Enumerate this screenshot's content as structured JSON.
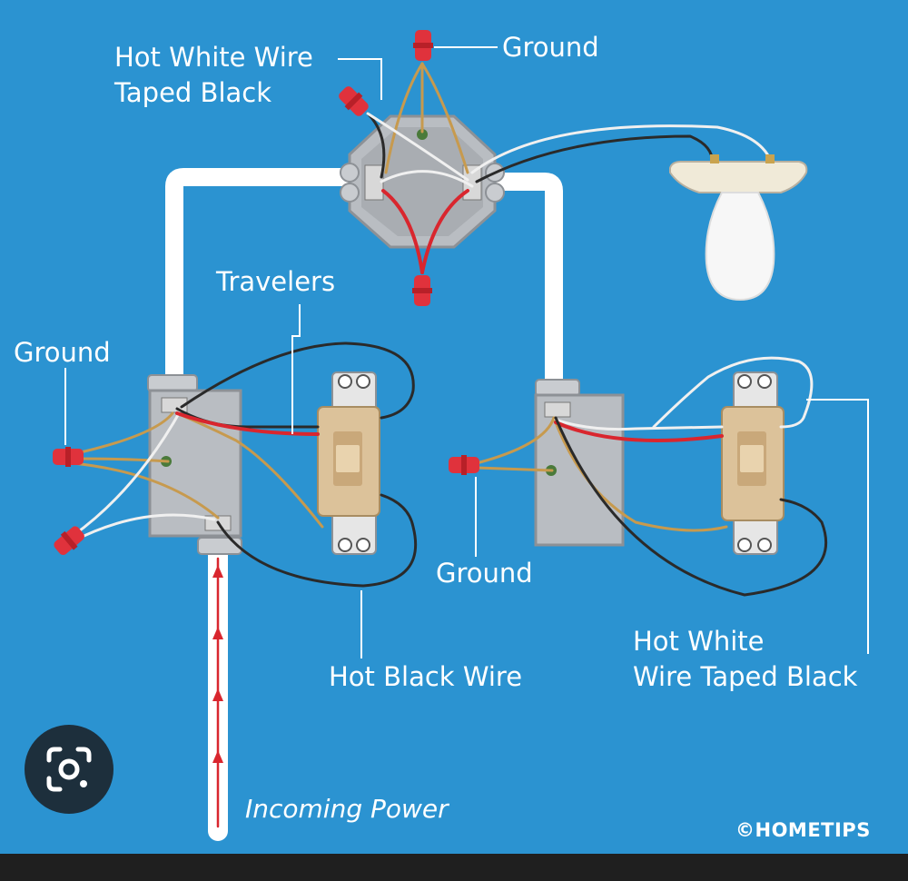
{
  "labels": {
    "ground_top": "Ground",
    "hot_white_top_line1": "Hot White Wire",
    "hot_white_top_line2": "Taped Black",
    "travelers": "Travelers",
    "ground_left": "Ground",
    "ground_right": "Ground",
    "hot_black_wire": "Hot Black Wire",
    "hot_white_right_line1": "Hot White",
    "hot_white_right_line2": "Wire Taped Black",
    "incoming_power": "Incoming Power",
    "brand": "©HOMETIPS"
  },
  "icons": {
    "lens": "google-lens-icon"
  },
  "colors": {
    "background": "#2b93d1",
    "cable": "#f5f5f5",
    "hot_red": "#d9262e",
    "black_wire": "#2a2a2a",
    "white_wire": "#f0f0f0",
    "ground_wire": "#c79a4e",
    "wire_nut": "#e0323c",
    "box": "#b9bdc2",
    "switch_body": "#dcc29a",
    "bulb": "#f7f7f7",
    "lens_button": "#1d2f3c"
  }
}
